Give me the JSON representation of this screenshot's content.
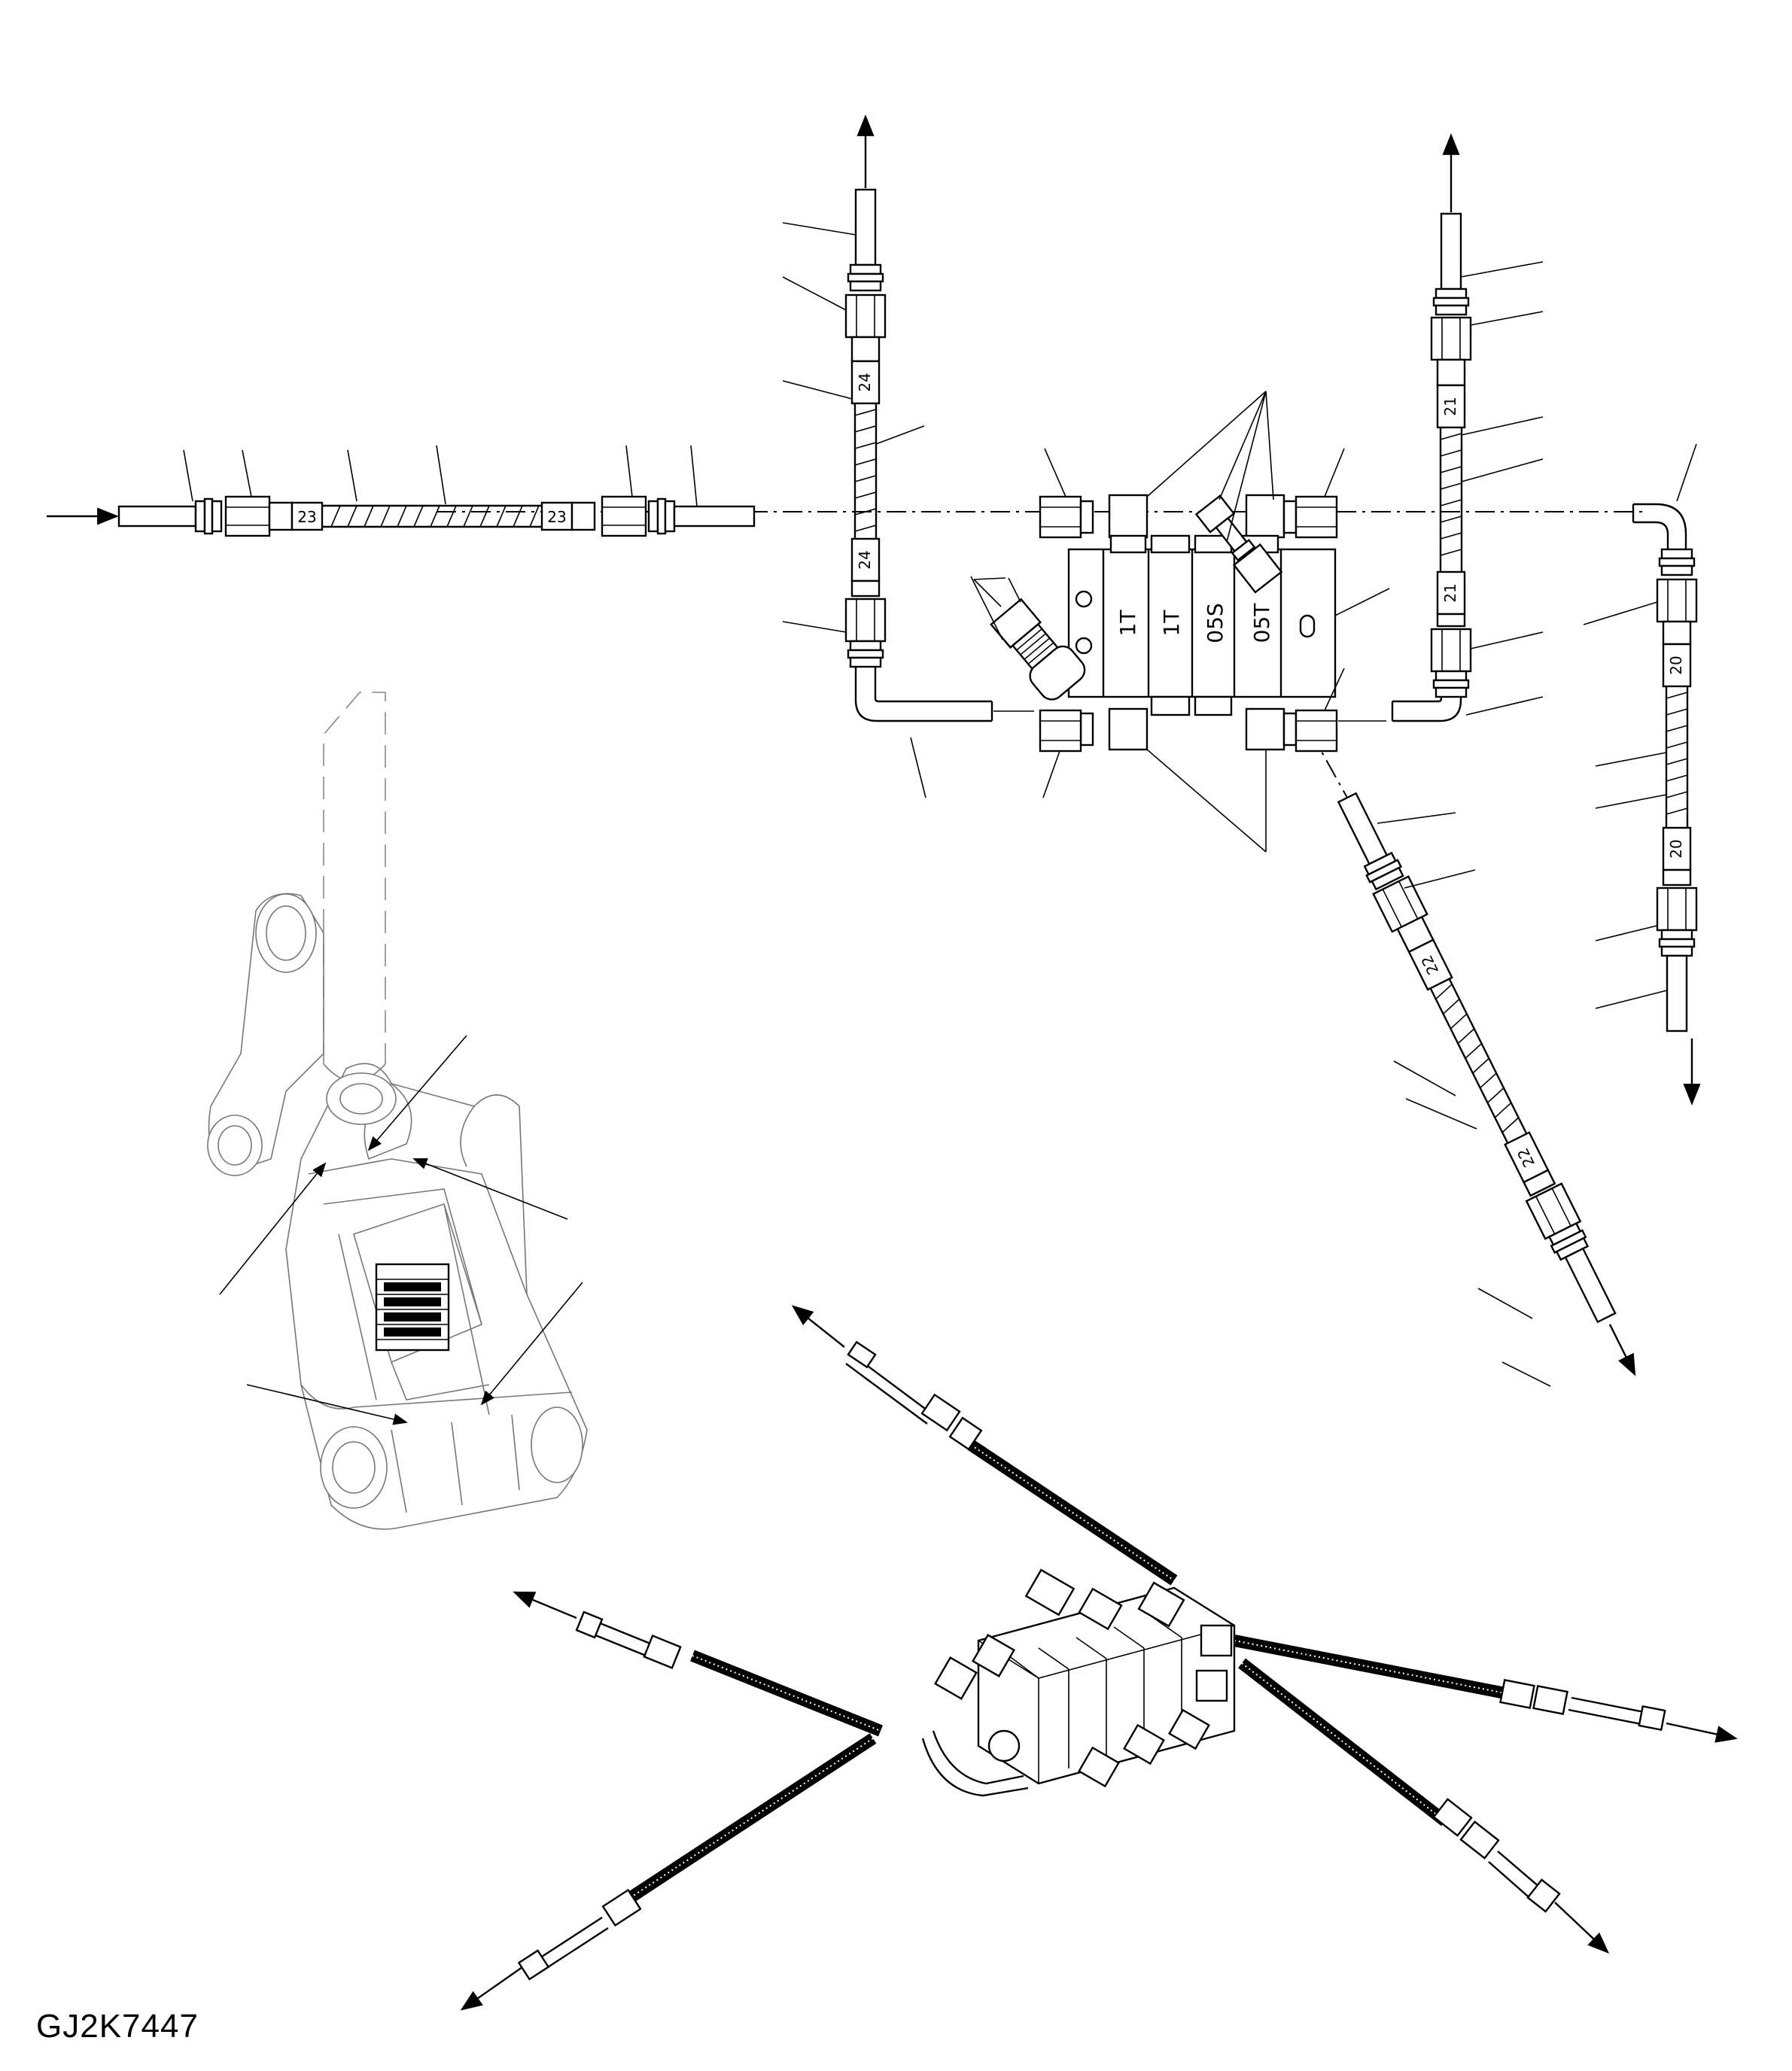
{
  "drawing_code": "GJ2K7447",
  "hose_numbers": {
    "left_hose": [
      "23",
      "23"
    ],
    "upper_left_hose": [
      "24",
      "24"
    ],
    "upper_right_hose": [
      "21",
      "21"
    ],
    "far_right_hose": [
      "20",
      "20"
    ],
    "diagonal_hose": [
      "22",
      "22"
    ]
  },
  "distributor_sections": [
    "1T",
    "1T",
    "05S",
    "05T"
  ]
}
